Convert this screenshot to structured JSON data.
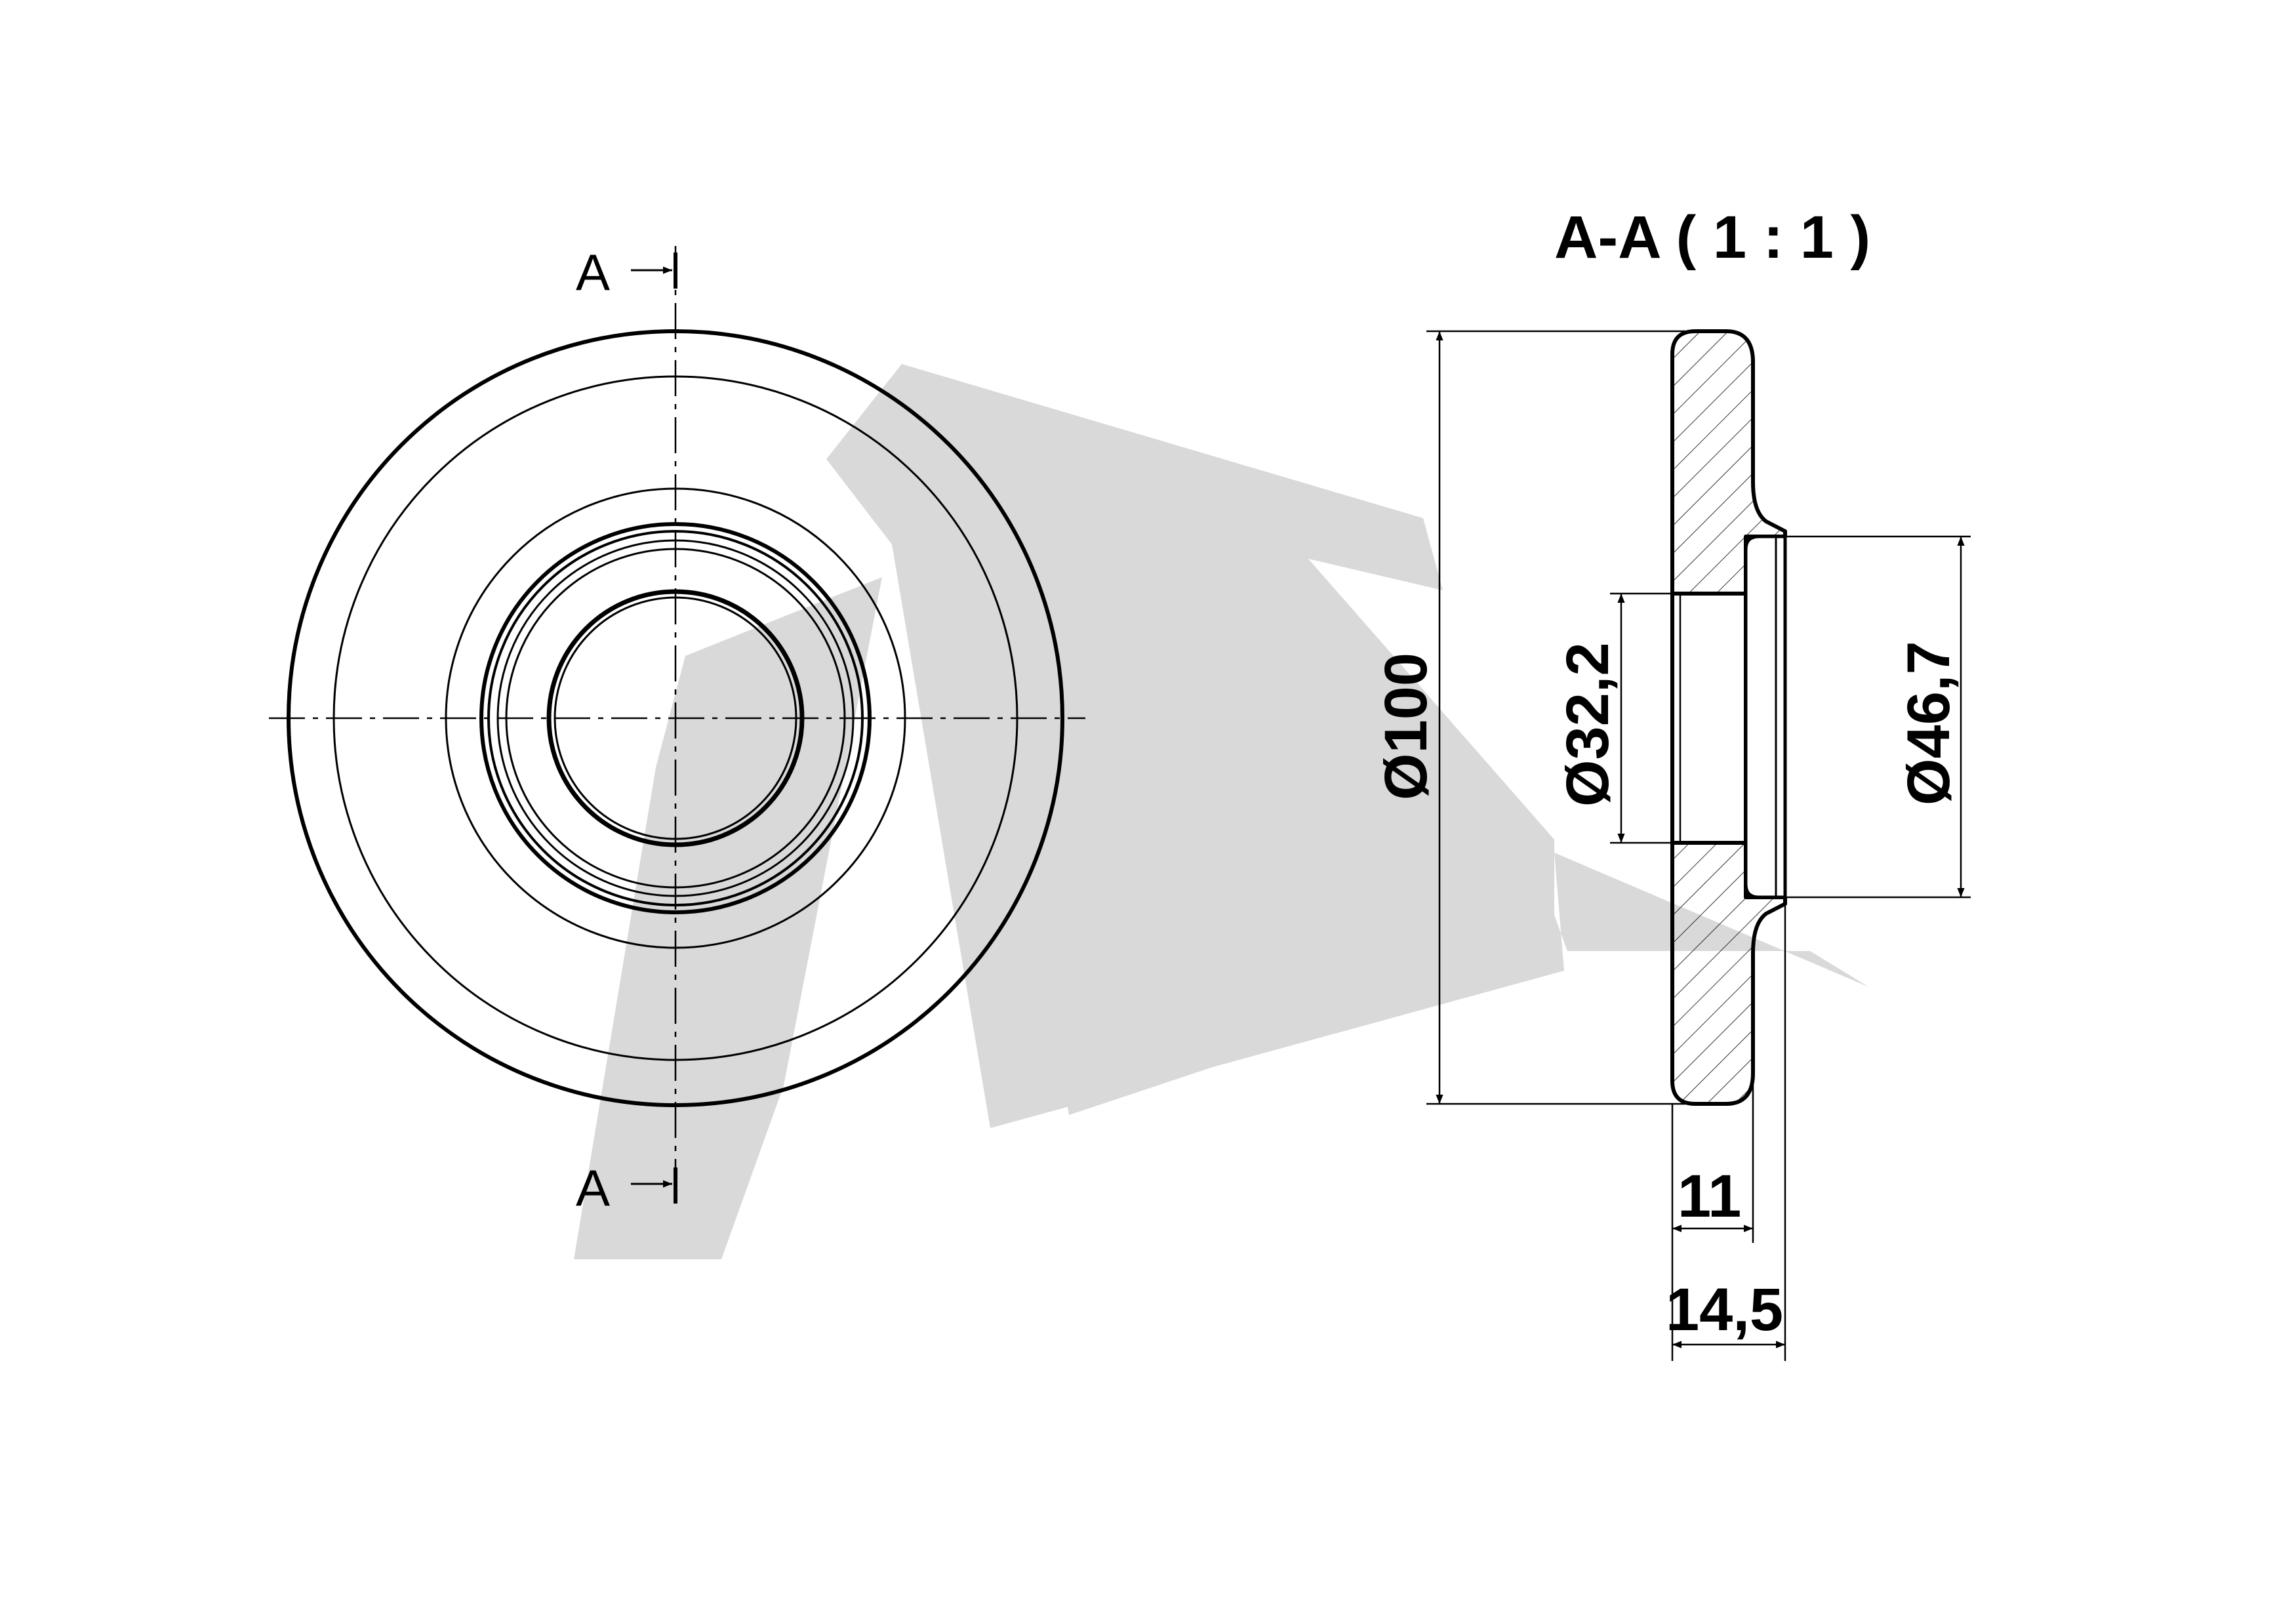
{
  "section_title": "A-A ( 1 : 1 )",
  "section_marks": {
    "top": "A",
    "bottom": "A"
  },
  "dimensions": {
    "outer_diameter": "Ø100",
    "bore_diameter": "Ø32,2",
    "recess_diameter": "Ø46,7",
    "flange_thickness": "11",
    "total_thickness": "14,5"
  },
  "colors": {
    "line": "#000000",
    "watermark": "#d9d9d9",
    "background": "#ffffff"
  },
  "watermark_icon": "company-logo-watermark"
}
